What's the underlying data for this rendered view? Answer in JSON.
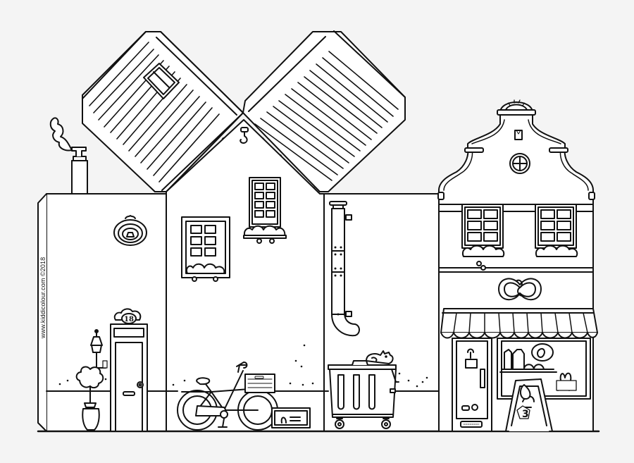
{
  "artwork": {
    "type": "coloring-page",
    "subject": "paper craft row of houses with bakery",
    "credit": "www.kiddicolour.com ©2018",
    "house_number": "18",
    "sign_number": "3",
    "colors": {
      "background": "#f4f4f4",
      "paper": "#ffffff",
      "ink": "#111111"
    }
  },
  "elements": {
    "roofs": [
      "left-roof-with-skylight",
      "right-roof"
    ],
    "left_house": [
      "chimney-with-smoke",
      "oval-plaque",
      "street-lamp",
      "potted-tree",
      "front-door-18"
    ],
    "middle_house": [
      "hook",
      "window-with-flower-box",
      "small-upper-window-with-flower-box",
      "bicycle-with-basket",
      "doormat-sign"
    ],
    "drainpipe_section": [
      "drainpipe",
      "dumpster",
      "cat"
    ],
    "bakery": [
      "gable-with-sun-crest",
      "round-window",
      "two-windows-with-flowers",
      "pretzel-sign",
      "striped-awning",
      "shop-door",
      "display-window",
      "a-frame-sign-3"
    ]
  }
}
